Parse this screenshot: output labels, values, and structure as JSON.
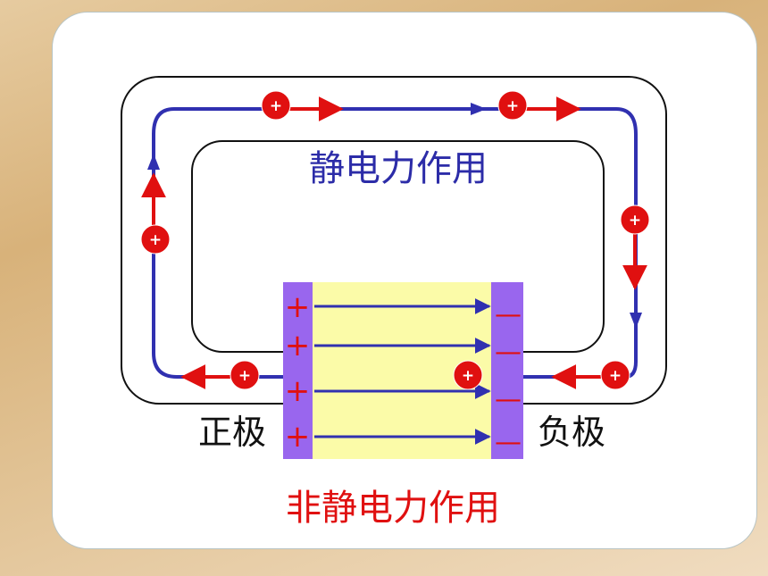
{
  "diagram": {
    "inner_label": "静电力作用",
    "bottom_label": "非静电力作用",
    "positive_pole_label": "正极",
    "negative_pole_label": "负极",
    "plus_sign": "+",
    "minus_sign": "—",
    "charge_symbol": "+",
    "colors": {
      "circuit_path": "#3030b0",
      "force_arrow": "#e01010",
      "charge_fill": "#e01010",
      "electrode": "#9966ee",
      "battery_interior": "#fbfba8",
      "inner_label_color": "#2c2ca8",
      "bottom_label_color": "#e01010"
    }
  }
}
